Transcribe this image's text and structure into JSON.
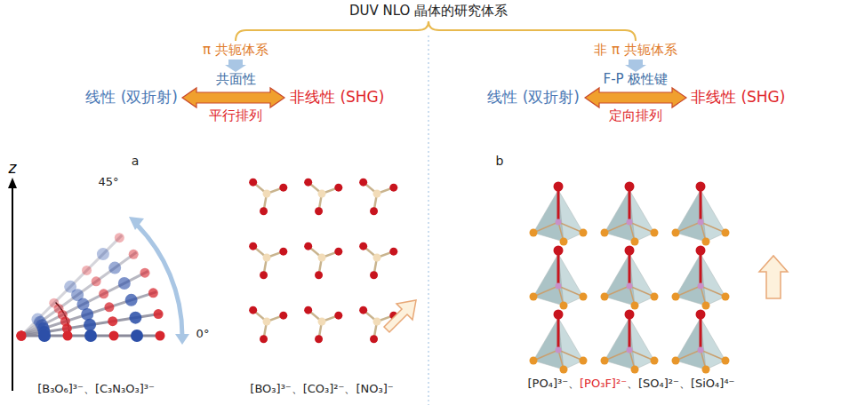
{
  "diagram": {
    "title": "DUV NLO 晶体的研究体系",
    "labels": [
      "π 共轭体系",
      "共面性",
      "线性 (双折射)",
      "非线性 (SHG)",
      "平行排列",
      "非 π 共轭体系",
      "F-P 极性键",
      "线性 (双折射)",
      "非线性 (SHG)",
      "定向排列",
      "a",
      "z",
      "45°",
      "0°",
      "[B₃O₆]³⁻、[C₃N₃O₃]³⁻",
      "[BO₃]³⁻、[CO₃]²⁻、[NO₃]⁻",
      "b",
      "[PO₄]³⁻、",
      "[PO₃F]²⁻",
      "、[SO₄]²⁻、[SiO₄]⁴⁻"
    ]
  }
}
